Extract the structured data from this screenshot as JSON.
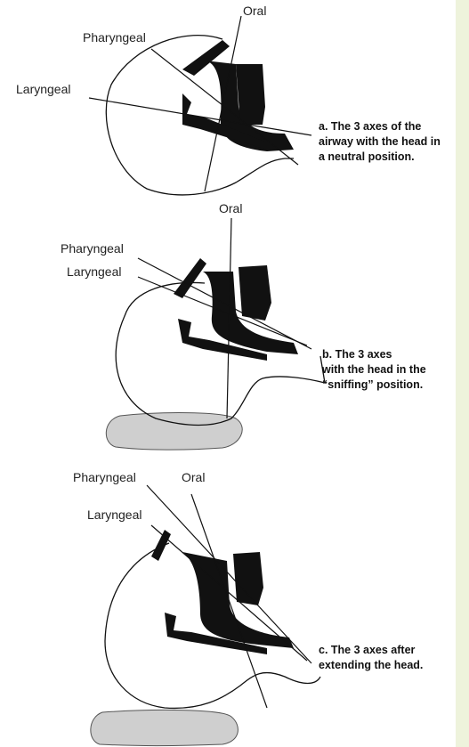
{
  "panels": [
    {
      "labels": {
        "oral": "Oral",
        "pharyngeal": "Pharyngeal",
        "laryngeal": "Laryngeal"
      },
      "caption": [
        "a. The 3 axes of the",
        "airway with the head in",
        "a neutral position."
      ]
    },
    {
      "labels": {
        "oral": "Oral",
        "pharyngeal": "Pharyngeal",
        "laryngeal": "Laryngeal"
      },
      "caption": [
        "b. The 3 axes",
        "with the head in the",
        "“sniffing” position."
      ]
    },
    {
      "labels": {
        "oral": "Oral",
        "pharyngeal": "Pharyngeal",
        "laryngeal": "Laryngeal"
      },
      "caption": [
        "c. The 3 axes after",
        "extending the head."
      ]
    }
  ],
  "colors": {
    "line": "#111111",
    "pillow": "#cfcfcf",
    "sidebar": "#eef3dc"
  }
}
